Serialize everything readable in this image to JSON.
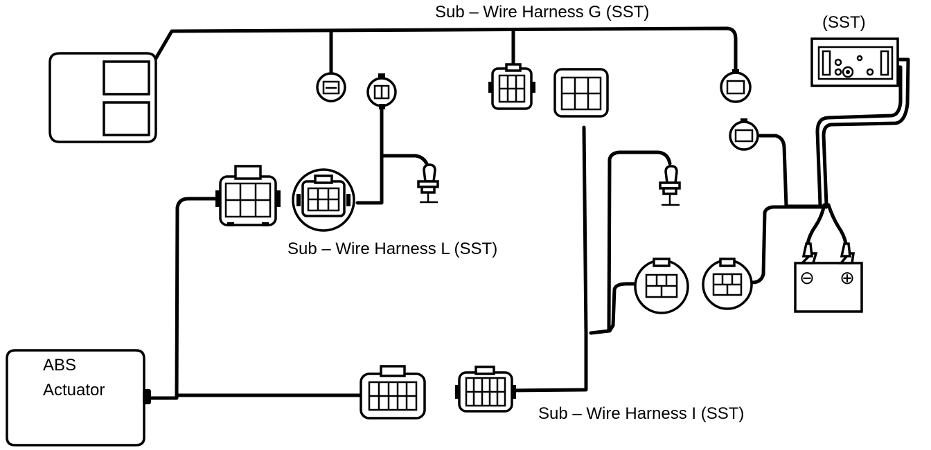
{
  "labels": {
    "harness_g": "Sub – Wire Harness G (SST)",
    "harness_l": "Sub – Wire Harness L (SST)",
    "harness_i": "Sub – Wire Harness I (SST)",
    "sst": "(SST)",
    "abs_line1": "ABS",
    "abs_line2": "Actuator"
  },
  "battery_terminals": {
    "negative": "⊖",
    "positive": "⊕"
  },
  "colors": {
    "line": "#000000",
    "background": "#ffffff"
  }
}
